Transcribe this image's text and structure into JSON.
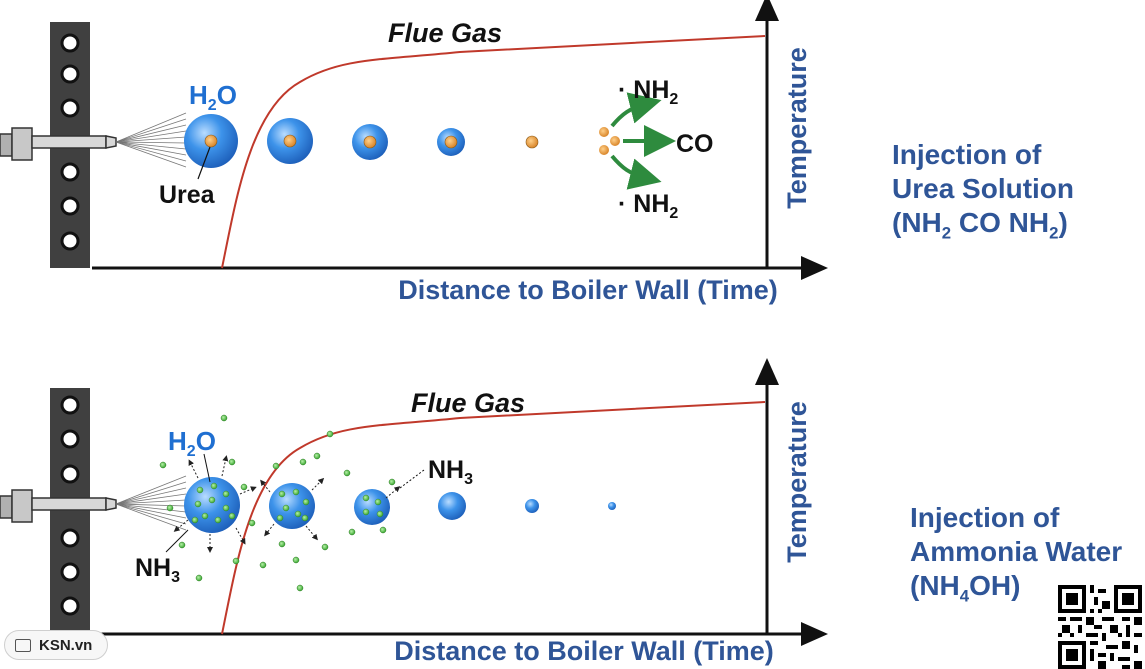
{
  "panels": [
    {
      "id": "urea",
      "flue_gas": "Flue Gas",
      "x_axis": "Distance to Boiler Wall (Time)",
      "y_axis": "Temperature",
      "droplet_label_h2o": "H2O",
      "droplet_label_inner": "Urea",
      "products": [
        {
          "text": "· NH2"
        },
        {
          "text": "CO"
        },
        {
          "text": "· NH2"
        }
      ],
      "side_label": [
        "Injection of",
        "Urea Solution",
        "(NH2 CO NH2)"
      ]
    },
    {
      "id": "ammonia",
      "flue_gas": "Flue Gas",
      "x_axis": "Distance to Boiler Wall (Time)",
      "y_axis": "Temperature",
      "droplet_label_h2o": "H2O",
      "released_label_1": "NH3",
      "released_label_2": "NH3",
      "side_label": [
        "Injection of",
        "Ammonia Water",
        "(NH4OH)"
      ]
    }
  ],
  "watermark": "KSN.vn",
  "colors": {
    "curve": "#c0392b",
    "droplet": "#3a8ee6",
    "urea_core": "#e8a03a",
    "ammonia_dot": "#5cc04a",
    "arrow": "#2e8b3e",
    "label_blue": "#2f5597",
    "h2o_blue": "#1f6fd1"
  }
}
